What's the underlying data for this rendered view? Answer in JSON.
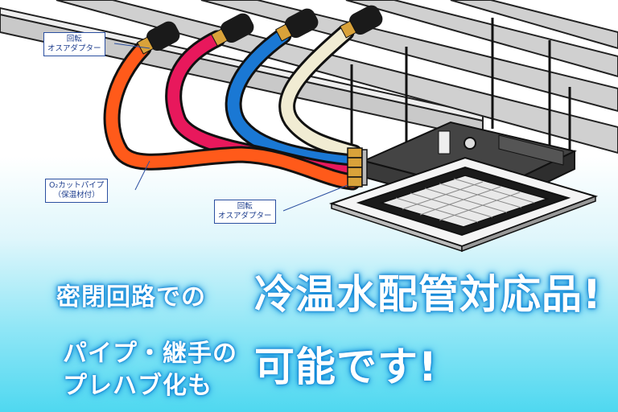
{
  "labels": {
    "adapter_top": [
      "回転",
      "オスアダプター"
    ],
    "pipe": [
      "O₂カットパイプ",
      "（保温材付）"
    ],
    "adapter_bottom": [
      "回転",
      "オスアダプター"
    ]
  },
  "headline": {
    "line1_small": "密閉回路での",
    "line1_big": "冷温水配管対応品!",
    "line2_small": "パイプ・継手の",
    "line3_small": "プレハブ化も",
    "line23_big": "可能です!"
  },
  "colors": {
    "pipe_orange": "#ff5a1a",
    "pipe_red": "#e8185c",
    "pipe_blue": "#1a78d4",
    "pipe_cream": "#f1ecd3",
    "callout_border": "#2b4fa0",
    "glow": "#0a7fd4"
  }
}
